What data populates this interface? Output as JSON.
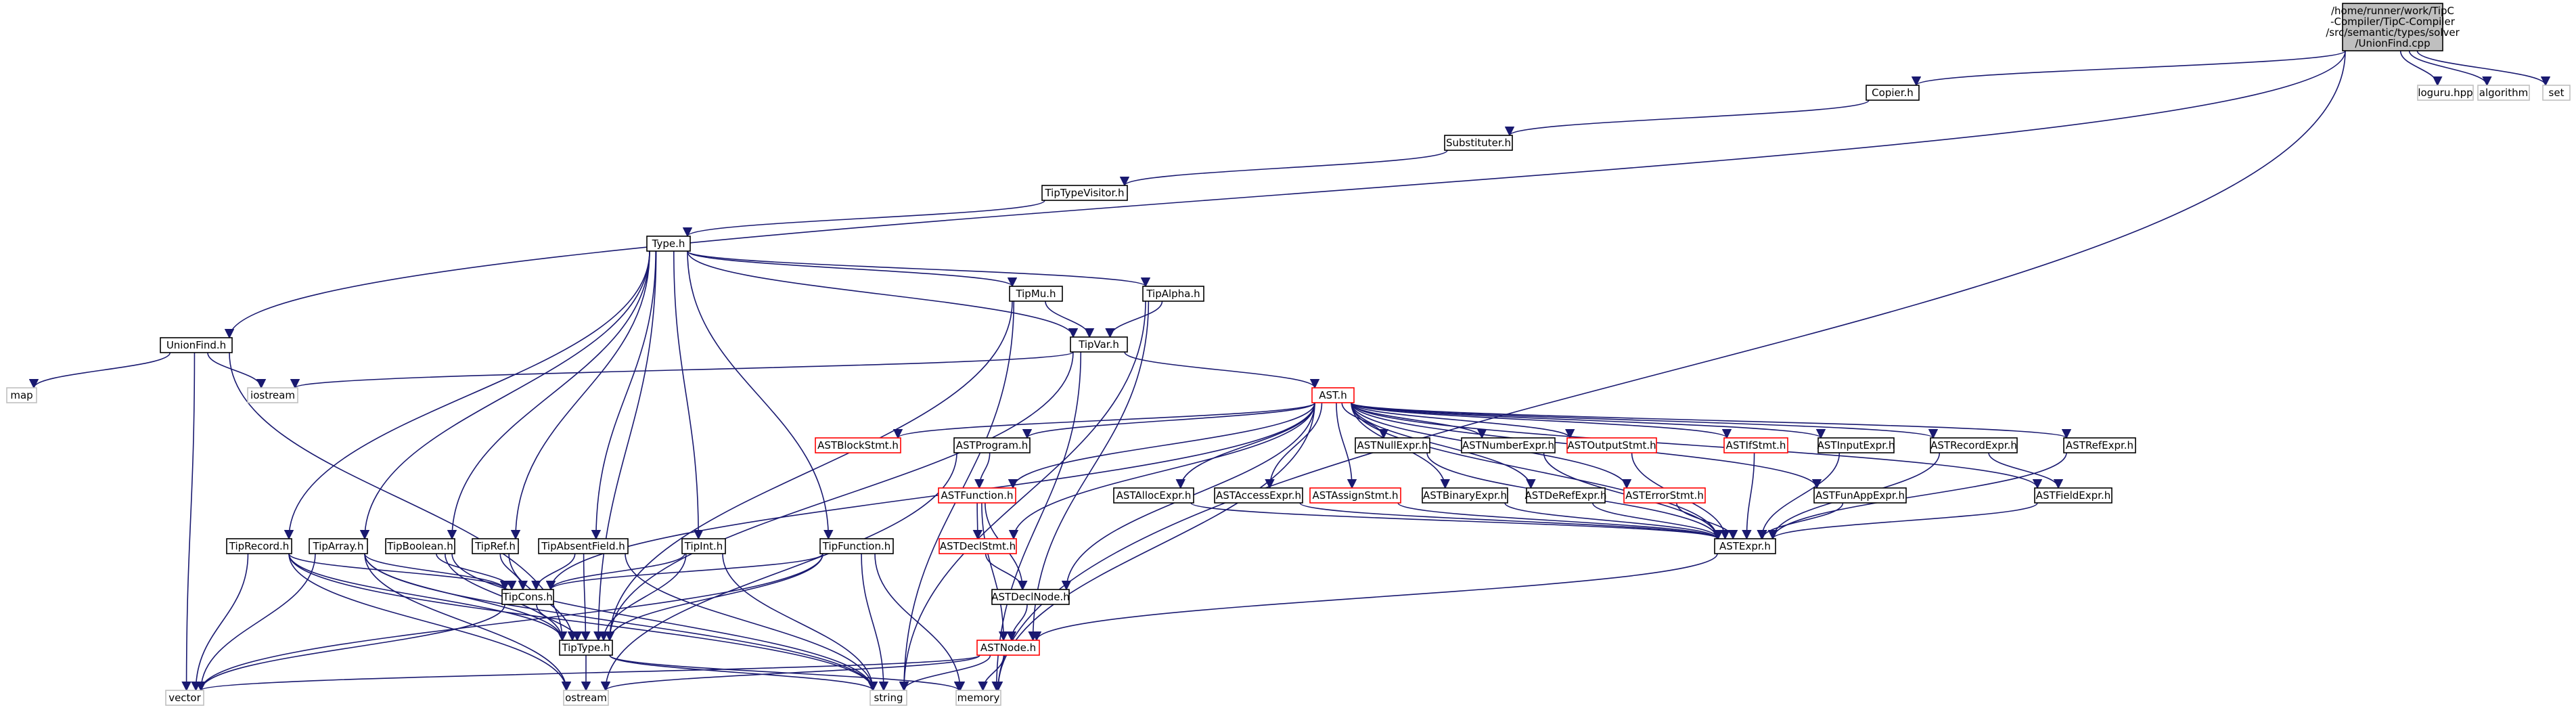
{
  "colors": {
    "edge": "#191970",
    "node_border": "#000000",
    "red_border": "#ff0000",
    "gray_border": "#bfbfbf",
    "root_fill": "#bfbfbf",
    "node_fill": "#ffffff"
  },
  "nodes": [
    {
      "id": "root",
      "label": "/home/runner/work/TipC\n-Compiler/TipC-Compiler\n/src/semantic/types/solver\n/UnionFind.cpp",
      "style": "root"
    },
    {
      "id": "copier",
      "label": "Copier.h",
      "style": "normal"
    },
    {
      "id": "loguru",
      "label": "loguru.hpp",
      "style": "gray"
    },
    {
      "id": "algorithm",
      "label": "algorithm",
      "style": "gray"
    },
    {
      "id": "set",
      "label": "set",
      "style": "gray"
    },
    {
      "id": "substituter",
      "label": "Substituter.h",
      "style": "normal"
    },
    {
      "id": "tiptypevisitor",
      "label": "TipTypeVisitor.h",
      "style": "normal"
    },
    {
      "id": "type",
      "label": "Type.h",
      "style": "normal"
    },
    {
      "id": "unionfind",
      "label": "UnionFind.h",
      "style": "normal"
    },
    {
      "id": "map",
      "label": "map",
      "style": "gray"
    },
    {
      "id": "iostream",
      "label": "iostream",
      "style": "gray"
    },
    {
      "id": "tipmu",
      "label": "TipMu.h",
      "style": "normal"
    },
    {
      "id": "tipalpha",
      "label": "TipAlpha.h",
      "style": "normal"
    },
    {
      "id": "tipvar",
      "label": "TipVar.h",
      "style": "normal"
    },
    {
      "id": "ast",
      "label": "AST.h",
      "style": "red"
    },
    {
      "id": "astblockstmt",
      "label": "ASTBlockStmt.h",
      "style": "red"
    },
    {
      "id": "astprogram",
      "label": "ASTProgram.h",
      "style": "normal"
    },
    {
      "id": "astnullexpr",
      "label": "ASTNullExpr.h",
      "style": "normal"
    },
    {
      "id": "astnumberexpr",
      "label": "ASTNumberExpr.h",
      "style": "normal"
    },
    {
      "id": "astoutputstmt",
      "label": "ASTOutputStmt.h",
      "style": "red"
    },
    {
      "id": "astifstmt",
      "label": "ASTIfStmt.h",
      "style": "red"
    },
    {
      "id": "astinputexpr",
      "label": "ASTInputExpr.h",
      "style": "normal"
    },
    {
      "id": "astrecordexpr",
      "label": "ASTRecordExpr.h",
      "style": "normal"
    },
    {
      "id": "astrefexpr",
      "label": "ASTRefExpr.h",
      "style": "normal"
    },
    {
      "id": "astfunction",
      "label": "ASTFunction.h",
      "style": "red"
    },
    {
      "id": "astallocexpr",
      "label": "ASTAllocExpr.h",
      "style": "normal"
    },
    {
      "id": "astaccessexpr",
      "label": "ASTAccessExpr.h",
      "style": "normal"
    },
    {
      "id": "astassignstmt",
      "label": "ASTAssignStmt.h",
      "style": "red"
    },
    {
      "id": "astbinaryexpr",
      "label": "ASTBinaryExpr.h",
      "style": "normal"
    },
    {
      "id": "astderefexpr",
      "label": "ASTDeRefExpr.h",
      "style": "normal"
    },
    {
      "id": "asterrorstmt",
      "label": "ASTErrorStmt.h",
      "style": "red"
    },
    {
      "id": "astfunappexpr",
      "label": "ASTFunAppExpr.h",
      "style": "normal"
    },
    {
      "id": "astfieldexpr",
      "label": "ASTFieldExpr.h",
      "style": "normal"
    },
    {
      "id": "astexpr",
      "label": "ASTExpr.h",
      "style": "normal"
    },
    {
      "id": "astdeclstmt",
      "label": "ASTDeclStmt.h",
      "style": "red"
    },
    {
      "id": "astdeclnode",
      "label": "ASTDeclNode.h",
      "style": "normal"
    },
    {
      "id": "astnode",
      "label": "ASTNode.h",
      "style": "red"
    },
    {
      "id": "tiprecord",
      "label": "TipRecord.h",
      "style": "normal"
    },
    {
      "id": "tiparray",
      "label": "TipArray.h",
      "style": "normal"
    },
    {
      "id": "tipboolean",
      "label": "TipBoolean.h",
      "style": "normal"
    },
    {
      "id": "tipref",
      "label": "TipRef.h",
      "style": "normal"
    },
    {
      "id": "tipabsentfield",
      "label": "TipAbsentField.h",
      "style": "normal"
    },
    {
      "id": "tipint",
      "label": "TipInt.h",
      "style": "normal"
    },
    {
      "id": "tipfunction",
      "label": "TipFunction.h",
      "style": "normal"
    },
    {
      "id": "tipcons",
      "label": "TipCons.h",
      "style": "normal"
    },
    {
      "id": "tiptype",
      "label": "TipType.h",
      "style": "normal"
    },
    {
      "id": "vector",
      "label": "vector",
      "style": "gray"
    },
    {
      "id": "ostream",
      "label": "ostream",
      "style": "gray"
    },
    {
      "id": "string",
      "label": "string",
      "style": "gray"
    },
    {
      "id": "memory",
      "label": "memory",
      "style": "gray"
    }
  ],
  "edges": [
    [
      "root",
      "copier"
    ],
    [
      "root",
      "loguru"
    ],
    [
      "root",
      "algorithm"
    ],
    [
      "root",
      "set"
    ],
    [
      "root",
      "unionfind"
    ],
    [
      "root",
      "memory"
    ],
    [
      "copier",
      "substituter"
    ],
    [
      "substituter",
      "tiptypevisitor"
    ],
    [
      "tiptypevisitor",
      "type"
    ],
    [
      "type",
      "tipmu"
    ],
    [
      "type",
      "tipalpha"
    ],
    [
      "type",
      "tipvar"
    ],
    [
      "type",
      "tiprecord"
    ],
    [
      "type",
      "tiparray"
    ],
    [
      "type",
      "tipboolean"
    ],
    [
      "type",
      "tipref"
    ],
    [
      "type",
      "tipabsentfield"
    ],
    [
      "type",
      "tipint"
    ],
    [
      "type",
      "tipfunction"
    ],
    [
      "type",
      "tiptype"
    ],
    [
      "unionfind",
      "map"
    ],
    [
      "unionfind",
      "iostream"
    ],
    [
      "unionfind",
      "vector"
    ],
    [
      "unionfind",
      "tiptype"
    ],
    [
      "tipmu",
      "tipvar"
    ],
    [
      "tipmu",
      "tiptype"
    ],
    [
      "tipmu",
      "string"
    ],
    [
      "tipalpha",
      "tipvar"
    ],
    [
      "tipalpha",
      "string"
    ],
    [
      "tipalpha",
      "astnode"
    ],
    [
      "tipvar",
      "ast"
    ],
    [
      "tipvar",
      "iostream"
    ],
    [
      "tipvar",
      "tiptype"
    ],
    [
      "tipvar",
      "memory"
    ],
    [
      "ast",
      "astblockstmt"
    ],
    [
      "ast",
      "astprogram"
    ],
    [
      "ast",
      "astnullexpr"
    ],
    [
      "ast",
      "astnumberexpr"
    ],
    [
      "ast",
      "astoutputstmt"
    ],
    [
      "ast",
      "astifstmt"
    ],
    [
      "ast",
      "astinputexpr"
    ],
    [
      "ast",
      "astrecordexpr"
    ],
    [
      "ast",
      "astrefexpr"
    ],
    [
      "ast",
      "astfunction"
    ],
    [
      "ast",
      "astallocexpr"
    ],
    [
      "ast",
      "astaccessexpr"
    ],
    [
      "ast",
      "astassignstmt"
    ],
    [
      "ast",
      "astbinaryexpr"
    ],
    [
      "ast",
      "astderefexpr"
    ],
    [
      "ast",
      "asterrorstmt"
    ],
    [
      "ast",
      "astfunappexpr"
    ],
    [
      "ast",
      "astfieldexpr"
    ],
    [
      "ast",
      "astdeclstmt"
    ],
    [
      "ast",
      "astdeclnode"
    ],
    [
      "ast",
      "astexpr"
    ],
    [
      "ast",
      "tipcons"
    ],
    [
      "ast",
      "memory"
    ],
    [
      "astprogram",
      "astfunction"
    ],
    [
      "astprogram",
      "ostream"
    ],
    [
      "astfunction",
      "astdeclstmt"
    ],
    [
      "astfunction",
      "astdeclnode"
    ],
    [
      "astfunction",
      "astnode"
    ],
    [
      "astdeclstmt",
      "astdeclnode"
    ],
    [
      "astdeclnode",
      "astnode"
    ],
    [
      "astnullexpr",
      "astexpr"
    ],
    [
      "astnumberexpr",
      "astexpr"
    ],
    [
      "astoutputstmt",
      "astexpr"
    ],
    [
      "astifstmt",
      "astexpr"
    ],
    [
      "astinputexpr",
      "astexpr"
    ],
    [
      "astrecordexpr",
      "astexpr"
    ],
    [
      "astrecordexpr",
      "astfieldexpr"
    ],
    [
      "astrefexpr",
      "astexpr"
    ],
    [
      "astallocexpr",
      "astexpr"
    ],
    [
      "astaccessexpr",
      "astexpr"
    ],
    [
      "astassignstmt",
      "astexpr"
    ],
    [
      "astbinaryexpr",
      "astexpr"
    ],
    [
      "astderefexpr",
      "astexpr"
    ],
    [
      "asterrorstmt",
      "astexpr"
    ],
    [
      "astfunappexpr",
      "astexpr"
    ],
    [
      "astfieldexpr",
      "astexpr"
    ],
    [
      "astexpr",
      "astnode"
    ],
    [
      "astnode",
      "vector"
    ],
    [
      "astnode",
      "ostream"
    ],
    [
      "astnode",
      "string"
    ],
    [
      "astnode",
      "memory"
    ],
    [
      "tiprecord",
      "tipcons"
    ],
    [
      "tiprecord",
      "tiptype"
    ],
    [
      "tiprecord",
      "vector"
    ],
    [
      "tiprecord",
      "ostream"
    ],
    [
      "tiprecord",
      "string"
    ],
    [
      "tiparray",
      "tipcons"
    ],
    [
      "tiparray",
      "tiptype"
    ],
    [
      "tiparray",
      "vector"
    ],
    [
      "tiparray",
      "ostream"
    ],
    [
      "tiparray",
      "string"
    ],
    [
      "tipboolean",
      "tipcons"
    ],
    [
      "tipboolean",
      "tiptype"
    ],
    [
      "tipboolean",
      "string"
    ],
    [
      "tipref",
      "tipcons"
    ],
    [
      "tipref",
      "tiptype"
    ],
    [
      "tipabsentfield",
      "tipcons"
    ],
    [
      "tipabsentfield",
      "tiptype"
    ],
    [
      "tipabsentfield",
      "string"
    ],
    [
      "tipint",
      "tipcons"
    ],
    [
      "tipint",
      "tiptype"
    ],
    [
      "tipint",
      "string"
    ],
    [
      "tipfunction",
      "tipcons"
    ],
    [
      "tipfunction",
      "tiptype"
    ],
    [
      "tipfunction",
      "vector"
    ],
    [
      "tipfunction",
      "string"
    ],
    [
      "tipfunction",
      "memory"
    ],
    [
      "tipcons",
      "tiptype"
    ],
    [
      "tipcons",
      "vector"
    ],
    [
      "tiptype",
      "ostream"
    ],
    [
      "tiptype",
      "string"
    ],
    [
      "tiptype",
      "memory"
    ]
  ]
}
